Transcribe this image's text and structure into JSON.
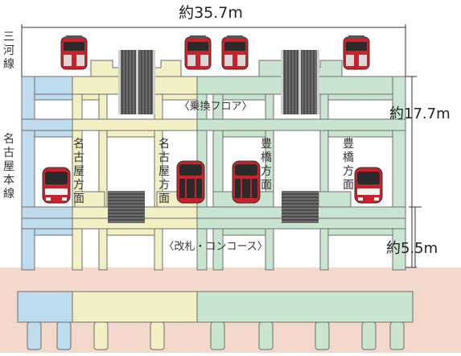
{
  "dimensions": {
    "width_label": "約35.7m",
    "height_label": "約17.7m",
    "floor_height_label": "約5.5m"
  },
  "line_labels": {
    "sangawa": "三河線",
    "nagoya_honsen": "名古屋本線"
  },
  "floor_labels": {
    "transfer": "〈乗換フロア〉",
    "concourse": "〈改札・コンコース〉"
  },
  "direction_labels": {
    "nagoya_left": "名古屋方面",
    "nagoya_right": "名古屋方面",
    "toyohashi_left": "豊橋方面",
    "toyohashi_right": "豊橋方面"
  },
  "colors": {
    "blue_zone": "#bfdcef",
    "yellow_zone": "#f3efc4",
    "green_zone": "#c9e5cf",
    "ground": "#f3d8cc",
    "structure_outline": "#666666",
    "train_red": "#c8232c"
  }
}
